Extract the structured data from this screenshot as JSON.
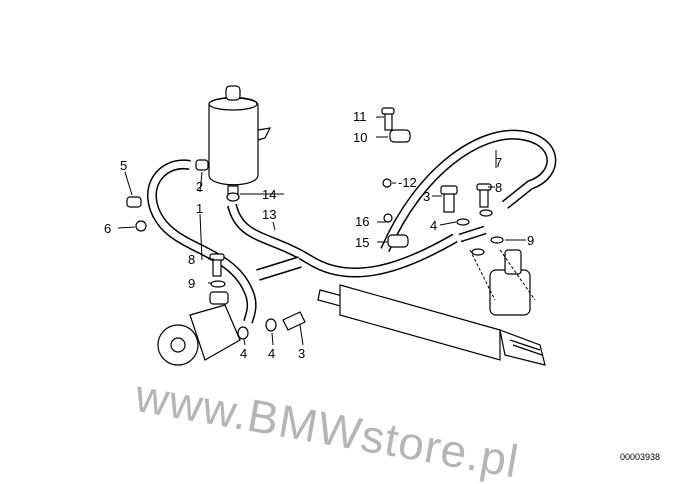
{
  "diagram": {
    "callouts": [
      {
        "id": "c5",
        "text": "5"
      },
      {
        "id": "c6",
        "text": "6"
      },
      {
        "id": "c2",
        "text": "2"
      },
      {
        "id": "c1",
        "text": "1"
      },
      {
        "id": "c14",
        "text": "14"
      },
      {
        "id": "c13",
        "text": "13"
      },
      {
        "id": "c11",
        "text": "11"
      },
      {
        "id": "c10",
        "text": "10"
      },
      {
        "id": "c7",
        "text": "7"
      },
      {
        "id": "c12",
        "text": "-12"
      },
      {
        "id": "c3a",
        "text": "3"
      },
      {
        "id": "c8a",
        "text": "8"
      },
      {
        "id": "c16",
        "text": "16"
      },
      {
        "id": "c4a",
        "text": "4"
      },
      {
        "id": "c15",
        "text": "15"
      },
      {
        "id": "c9a",
        "text": "9"
      },
      {
        "id": "c8b",
        "text": "8"
      },
      {
        "id": "c9b",
        "text": "9"
      },
      {
        "id": "c4b",
        "text": "4"
      },
      {
        "id": "c4c",
        "text": "4"
      },
      {
        "id": "c3b",
        "text": "3"
      }
    ],
    "drawing_number": "00003938",
    "watermark": "www.BMWstore.pl"
  }
}
